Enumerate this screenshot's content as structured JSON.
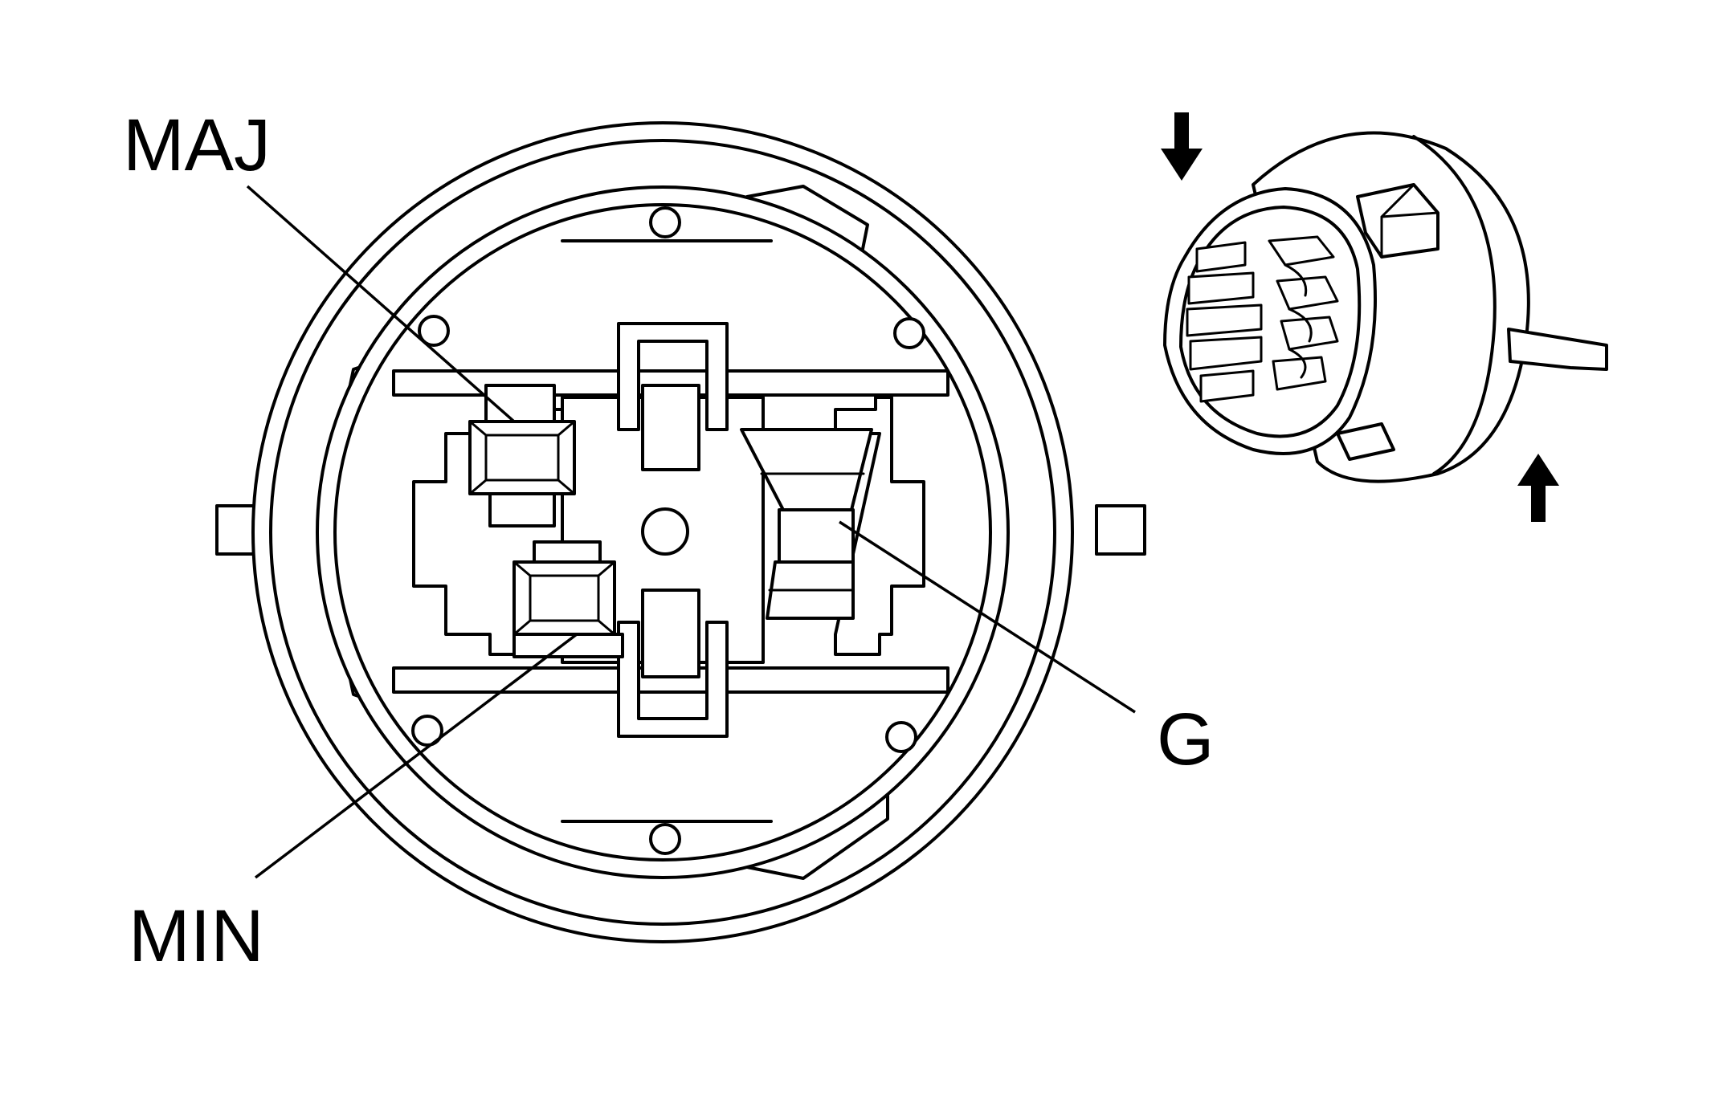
{
  "labels": {
    "maj": "MAJ",
    "min": "MIN",
    "g": "G"
  },
  "colors": {
    "line": "#000000",
    "background": "#ffffff"
  },
  "icons": {
    "up_arrow": "up-arrow-icon",
    "down_arrow": "down-arrow-icon"
  }
}
